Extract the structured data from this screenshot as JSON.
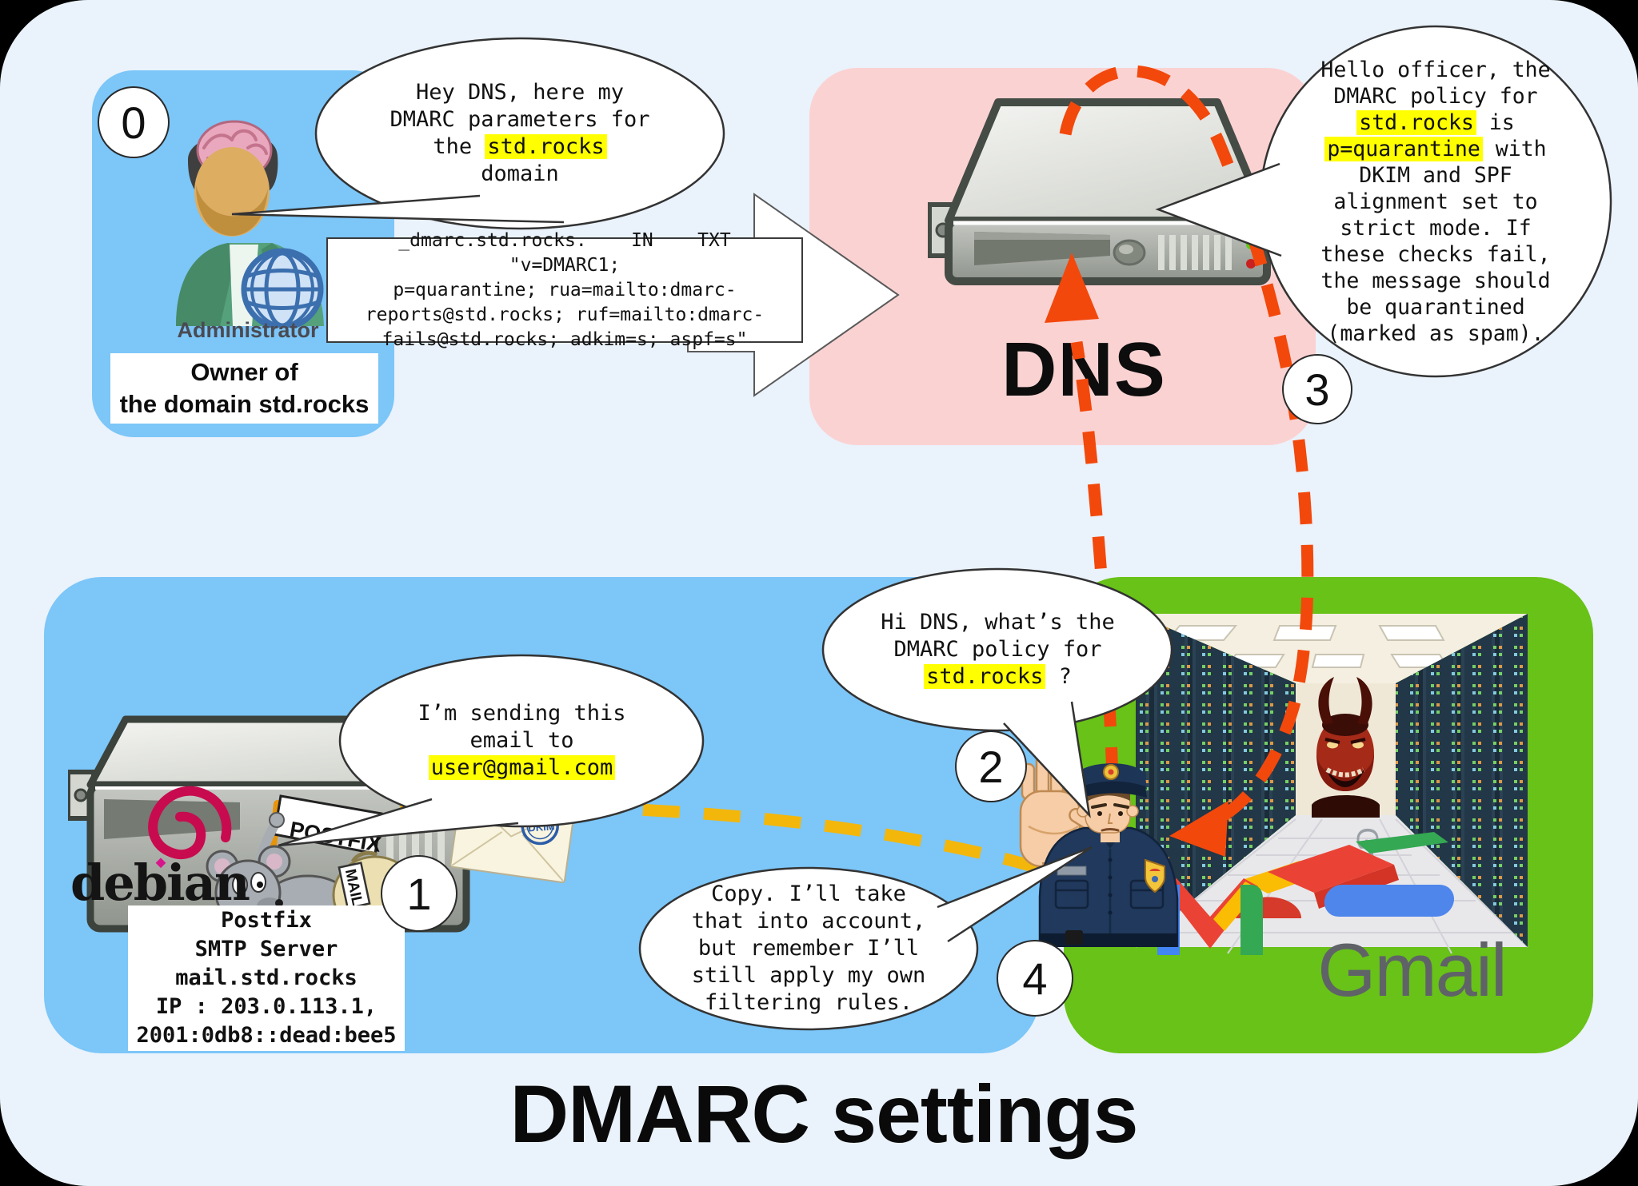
{
  "title": "DMARC settings",
  "colors": {
    "canvas_bg": "#eaf2fb",
    "admin_panel": "#7cc6f8",
    "dns_panel": "#fbd2d2",
    "mail_panel": "#7cc6f8",
    "gmail_panel": "#68c217",
    "highlight": "#ffff00",
    "arrow_red": "#f2480c",
    "arrow_gold": "#f3b70c",
    "debian_red": "#c70b4e",
    "gmail_gray": "#5f6368"
  },
  "steps": {
    "step0": "0",
    "step1": "1",
    "step2": "2",
    "step3": "3",
    "step4": "4"
  },
  "admin": {
    "caption": "Administrator",
    "owner": "Owner of\nthe domain std.rocks"
  },
  "dns": {
    "label": "DNS"
  },
  "dns_record": {
    "text": "_dmarc.std.rocks.    IN    TXT    \"v=DMARC1;\np=quarantine; rua=mailto:dmarc-\nreports@std.rocks; ruf=mailto:dmarc-\nfails@std.rocks; adkim=s; aspf=s\""
  },
  "postfix": {
    "flag": "POSTFIX",
    "bag": "MAIL",
    "brand": "debian",
    "label": "Postfix\nSMTP Server\nmail.std.rocks\nIP : 203.0.113.1,\n2001:0db8::dead:bee5"
  },
  "envelope": {
    "stamp": "DKIM"
  },
  "gmail": {
    "brand": "Gmail",
    "floor_brand": "Gmail"
  },
  "bubbles": {
    "admin_to_dns": {
      "segments": [
        {
          "t": "Hey DNS, here my\nDMARC parameters for\nthe "
        },
        {
          "t": "std.rocks",
          "hl": true
        },
        {
          "t": "\ndomain"
        }
      ]
    },
    "postfix_sending": {
      "segments": [
        {
          "t": "I’m sending this\nemail to\n"
        },
        {
          "t": "user@gmail.com",
          "hl": true
        }
      ]
    },
    "gmail_query": {
      "segments": [
        {
          "t": "Hi DNS, what’s the\nDMARC policy for\n"
        },
        {
          "t": "std.rocks",
          "hl": true
        },
        {
          "t": " ?"
        }
      ]
    },
    "dns_reply": {
      "segments": [
        {
          "t": "Hello officer, the\nDMARC policy for\n"
        },
        {
          "t": "std.rocks",
          "hl": true
        },
        {
          "t": " is\n"
        },
        {
          "t": "p=quarantine",
          "hl": true
        },
        {
          "t": " with\nDKIM and SPF\nalignment set to\nstrict mode. If\nthese checks fail,\nthe message should\nbe quarantined\n(marked as spam)."
        }
      ]
    },
    "gmail_copy": {
      "segments": [
        {
          "t": "Copy. I’ll take\nthat into account,\nbut remember I’ll\nstill apply my own\nfiltering rules."
        }
      ]
    }
  }
}
